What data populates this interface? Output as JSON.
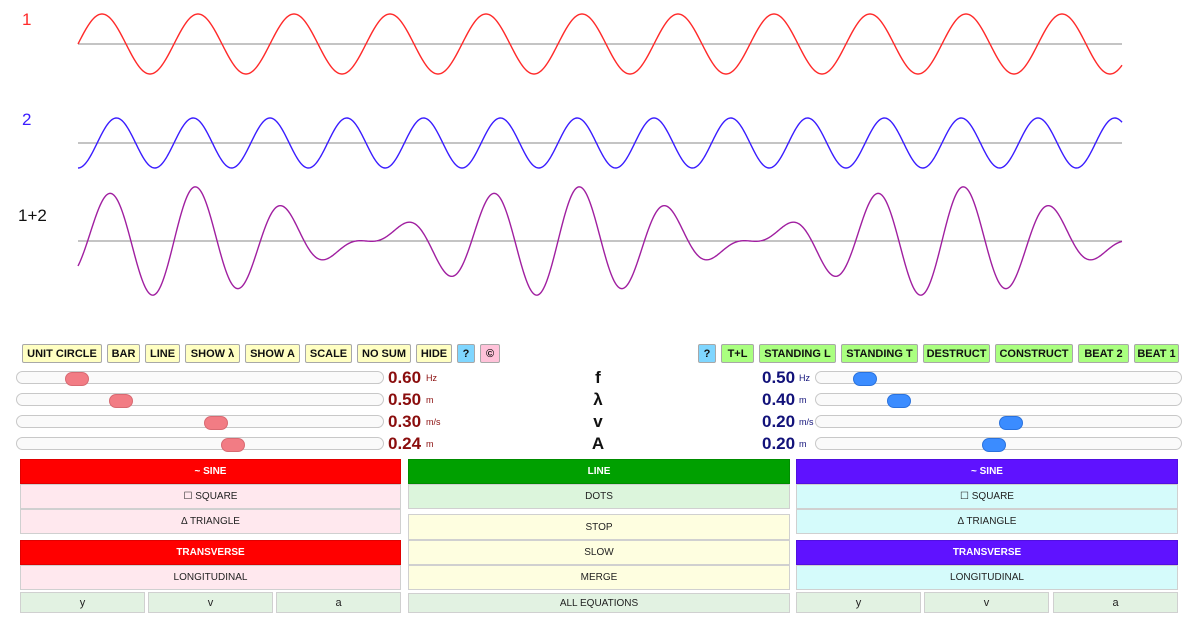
{
  "waves": {
    "labels": [
      "1",
      "2",
      "1+2"
    ],
    "colors": {
      "wave1": "#ff2a2a",
      "wave2": "#3a1cff",
      "sum": "#a01fa0",
      "axis": "#888888"
    }
  },
  "toolbar_left": {
    "unit_circle": "UNIT CIRCLE",
    "bar": "BAR",
    "line": "LINE",
    "show_lambda": "SHOW λ",
    "show_a": "SHOW A",
    "scale": "SCALE",
    "no_sum": "NO SUM",
    "hide": "HIDE",
    "help": "?",
    "copyright": "©"
  },
  "toolbar_right": {
    "help": "?",
    "t_plus_l": "T+L",
    "standing_l": "STANDING L",
    "standing_t": "STANDING T",
    "destruct": "DESTRUCT",
    "construct": "CONSTRUCT",
    "beat2": "BEAT 2",
    "beat1": "BEAT 1"
  },
  "params": {
    "labels": [
      "f",
      "λ",
      "v",
      "A"
    ],
    "wave1": [
      {
        "value": "0.60",
        "unit": "Hz",
        "fraction": 0.14
      },
      {
        "value": "0.50",
        "unit": "m",
        "fraction": 0.27
      },
      {
        "value": "0.30",
        "unit": "m/s",
        "fraction": 0.55
      },
      {
        "value": "0.24",
        "unit": "m",
        "fraction": 0.6
      }
    ],
    "wave2": [
      {
        "value": "0.50",
        "unit": "Hz",
        "fraction": 0.11
      },
      {
        "value": "0.40",
        "unit": "m",
        "fraction": 0.21
      },
      {
        "value": "0.20",
        "unit": "m/s",
        "fraction": 0.54
      },
      {
        "value": "0.20",
        "unit": "m",
        "fraction": 0.49
      }
    ]
  },
  "left_panel": {
    "sine": "~ SINE",
    "square": "☐ SQUARE",
    "triangle": "Δ TRIANGLE",
    "transverse": "TRANSVERSE",
    "longitudinal": "LONGITUDINAL",
    "y": "y",
    "v": "v",
    "a": "a"
  },
  "center_panel": {
    "line": "LINE",
    "dots": "DOTS",
    "stop": "STOP",
    "slow": "SLOW",
    "merge": "MERGE",
    "all_equations": "ALL EQUATIONS"
  },
  "right_panel": {
    "sine": "~ SINE",
    "square": "☐ SQUARE",
    "triangle": "Δ TRIANGLE",
    "transverse": "TRANSVERSE",
    "longitudinal": "LONGITUDINAL",
    "y": "y",
    "v": "v",
    "a": "a"
  }
}
